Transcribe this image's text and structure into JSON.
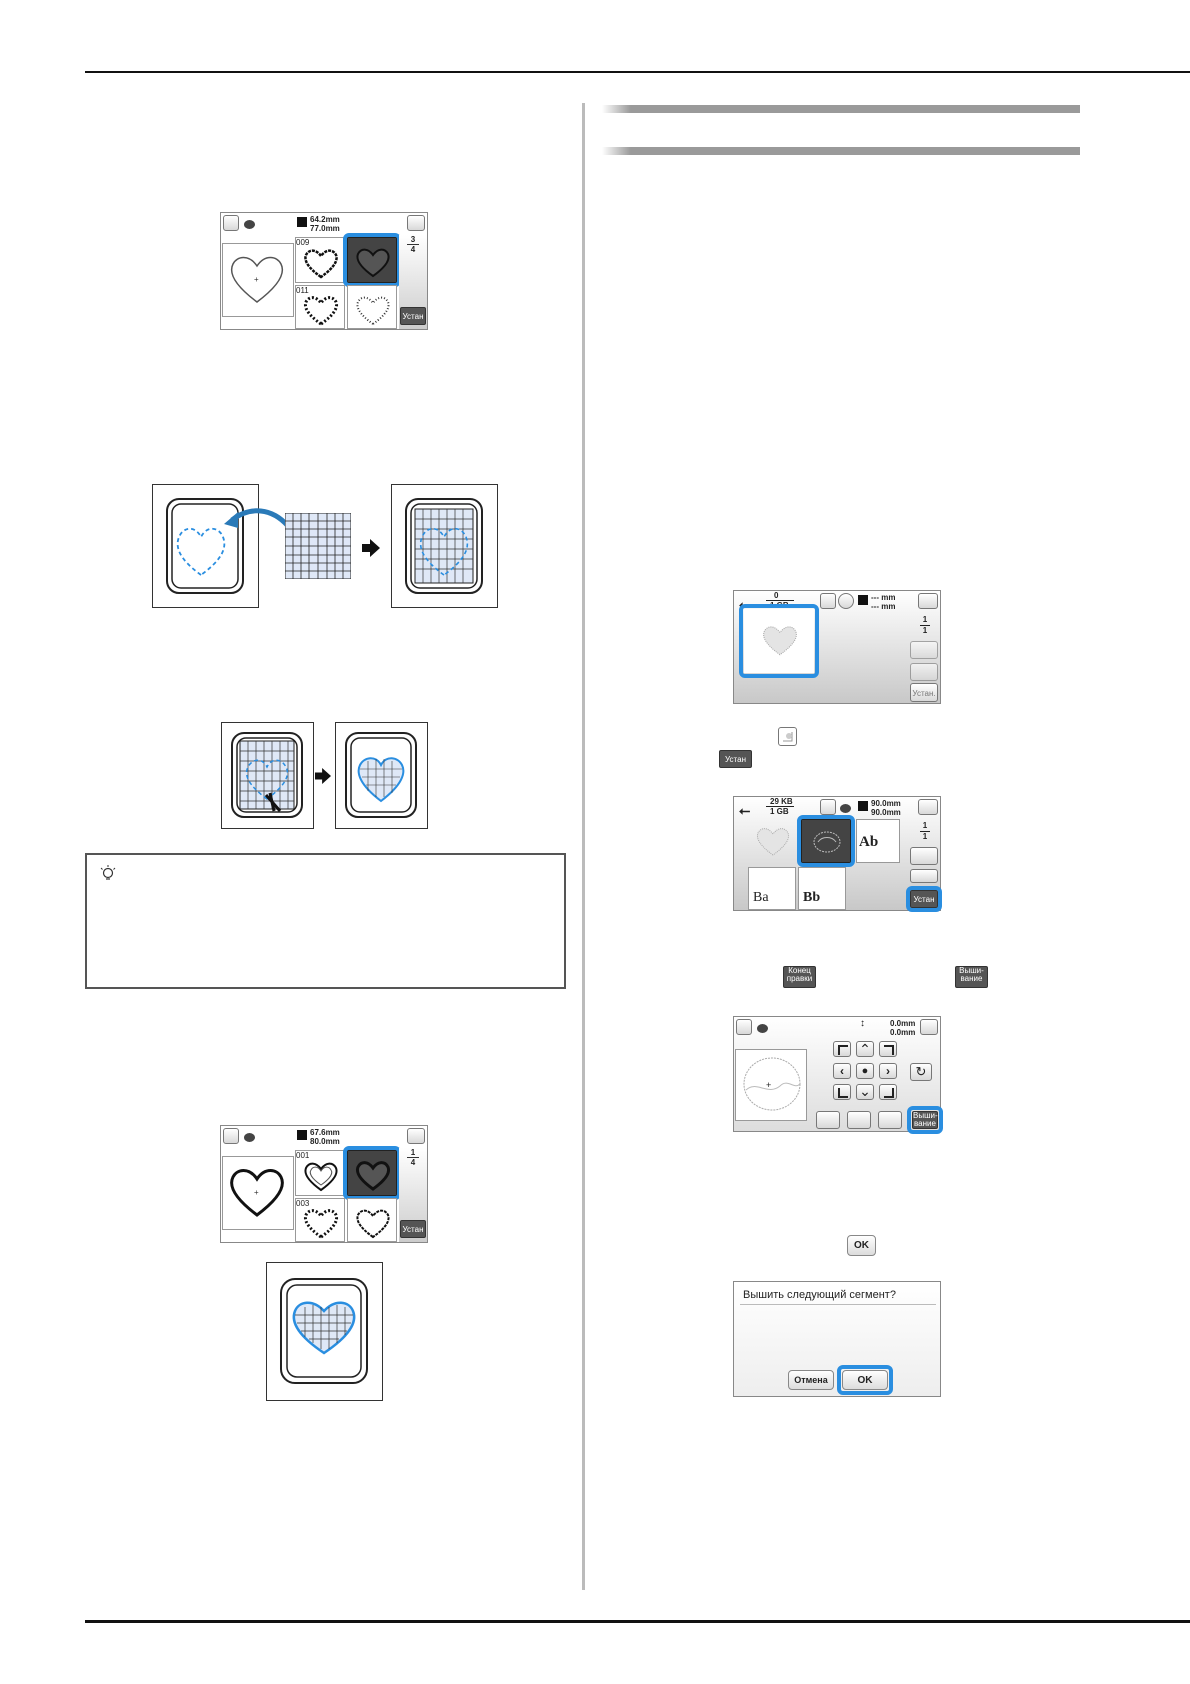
{
  "screen_a": {
    "dim_w": "64.2mm",
    "dim_h": "77.0mm",
    "cell1_num": "009",
    "cell3_num": "011",
    "page_num": "3",
    "page_den": "4",
    "set_label": "Устан"
  },
  "screen_b": {
    "dim_w": "67.6mm",
    "dim_h": "80.0mm",
    "cell1_num": "001",
    "cell3_num": "003",
    "page_num": "1",
    "page_den": "4",
    "set_label": "Устан"
  },
  "screen_usb1": {
    "usb_used": "0",
    "usb_total": "1 GB",
    "dim_w": "--- mm",
    "dim_h": "--- mm",
    "page_num": "1",
    "page_den": "1",
    "set_label": "Устан."
  },
  "inline_set_label": "Устан",
  "screen_usb2": {
    "usb_used": "29 KB",
    "usb_total": "1 GB",
    "dim_w": "90.0mm",
    "dim_h": "90.0mm",
    "page_num": "1",
    "page_den": "1",
    "set_label": "Устан",
    "cell_ab": "Ab",
    "cell_ba": "Ba",
    "cell_bb": "Bb"
  },
  "inline_end_edit": "Конец правки",
  "inline_embroidery": "Выши-вание",
  "screen_edit": {
    "offset_y": "0.0mm",
    "offset_x": "0.0mm",
    "embroidery_label": "Выши-вание"
  },
  "inline_ok": "OK",
  "dialog": {
    "message": "Вышить следующий сегмент?",
    "cancel_label": "Отмена",
    "ok_label": "OK"
  },
  "colors": {
    "highlight": "#2a8ee0",
    "dark_cell": "#444444"
  }
}
